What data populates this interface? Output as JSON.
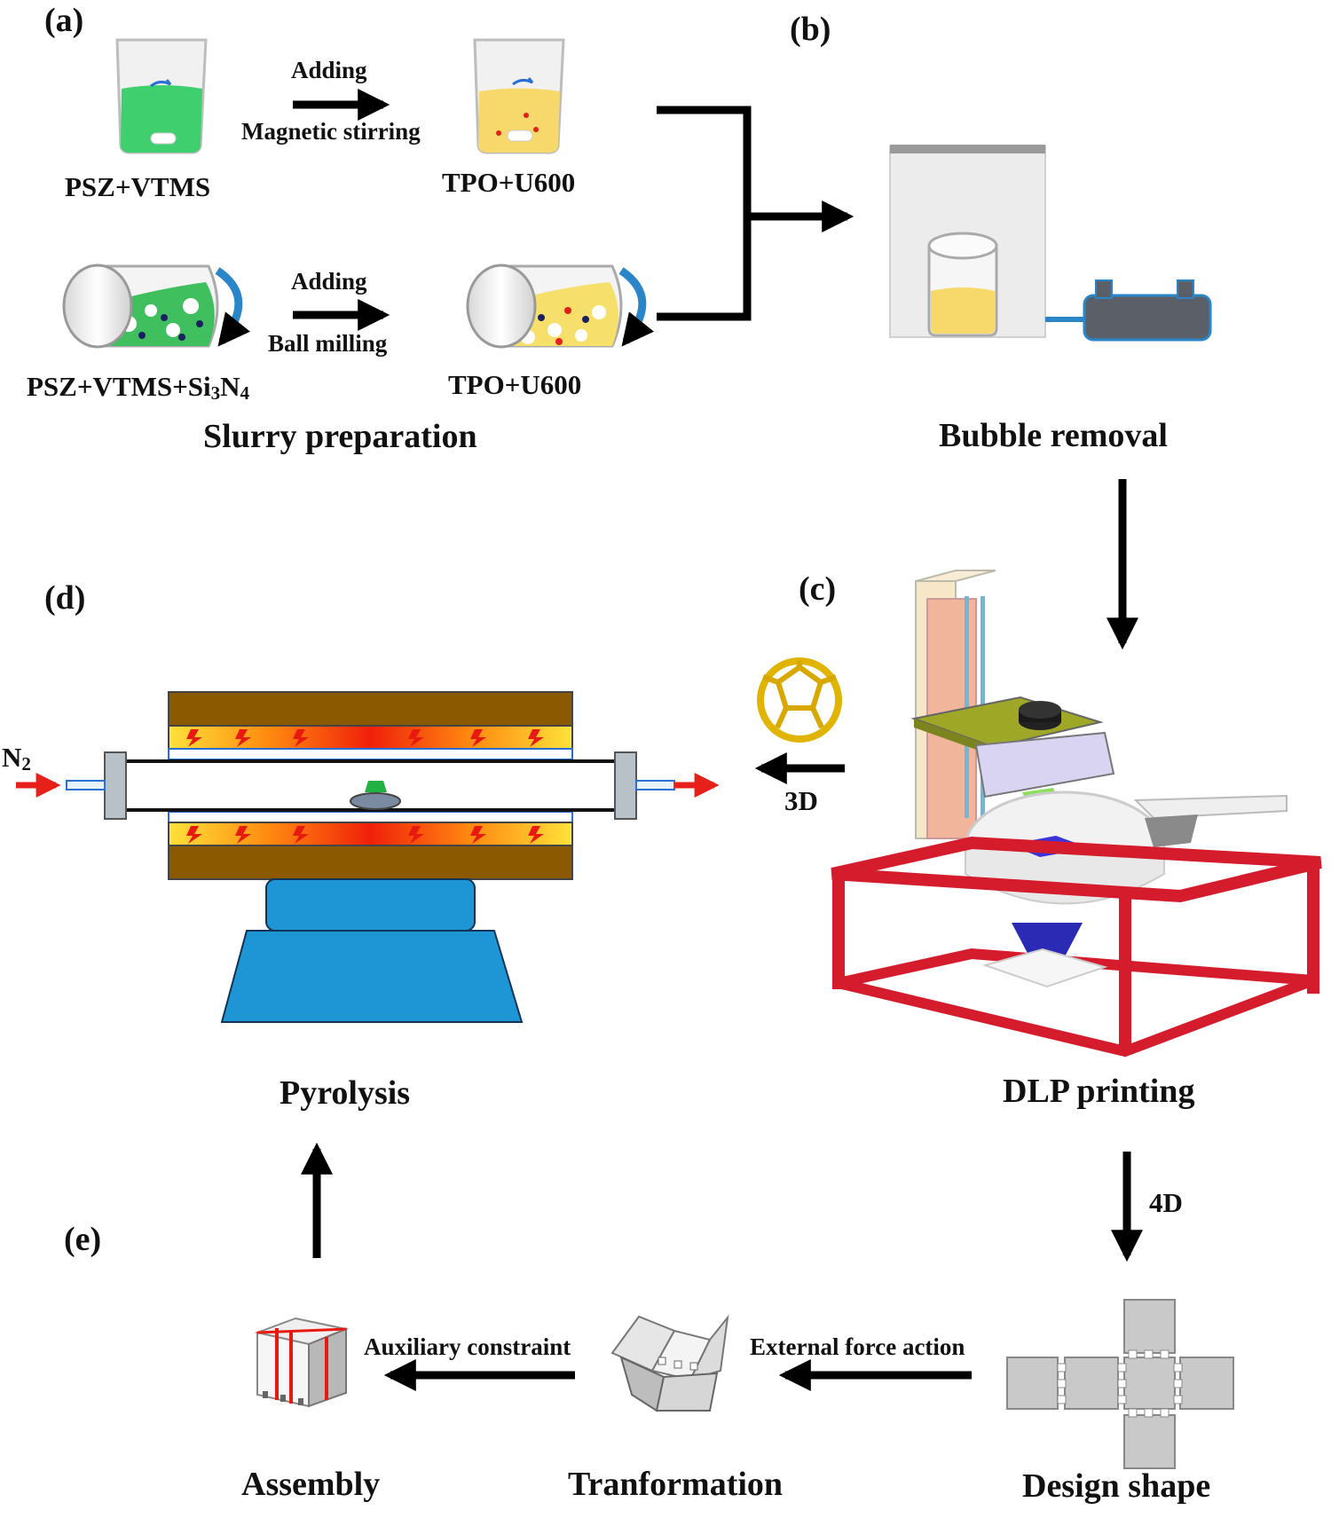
{
  "panels": {
    "a": "(a)",
    "b": "(b)",
    "c": "(c)",
    "d": "(d)",
    "e": "(e)"
  },
  "slurry": {
    "title": "Slurry preparation",
    "row1": {
      "left": "PSZ+VTMS",
      "step_top": "Adding",
      "step_bottom": "Magnetic stirring",
      "right": "TPO+U600"
    },
    "row2": {
      "left_main": "PSZ+VTMS+Si",
      "left_sub1": "3",
      "left_n": "N",
      "left_sub2": "4",
      "step_top": "Adding",
      "step_bottom": "Ball milling",
      "right": "TPO+U600"
    }
  },
  "bubble": {
    "title": "Bubble removal"
  },
  "dlp": {
    "title": "DLP printing",
    "arrow_3d": "3D",
    "arrow_4d": "4D"
  },
  "pyrolysis": {
    "title": "Pyrolysis",
    "gas_main": "N",
    "gas_sub": "2"
  },
  "transform": {
    "design": "Design shape",
    "transformation": "Tranformation",
    "assembly": "Assembly",
    "step1": "External force action",
    "step2": "Auxiliary constraint"
  },
  "colors": {
    "green_liquid": "#3fcf6e",
    "yellow_liquid": "#f6d86b",
    "furnace_brown": "#8b5a00",
    "heater_red": "#f01e00",
    "stand_blue": "#1e96d6",
    "frame_red": "#d41c2c",
    "rotate_arrow": "#2a86c9",
    "arrow": "#000000"
  }
}
